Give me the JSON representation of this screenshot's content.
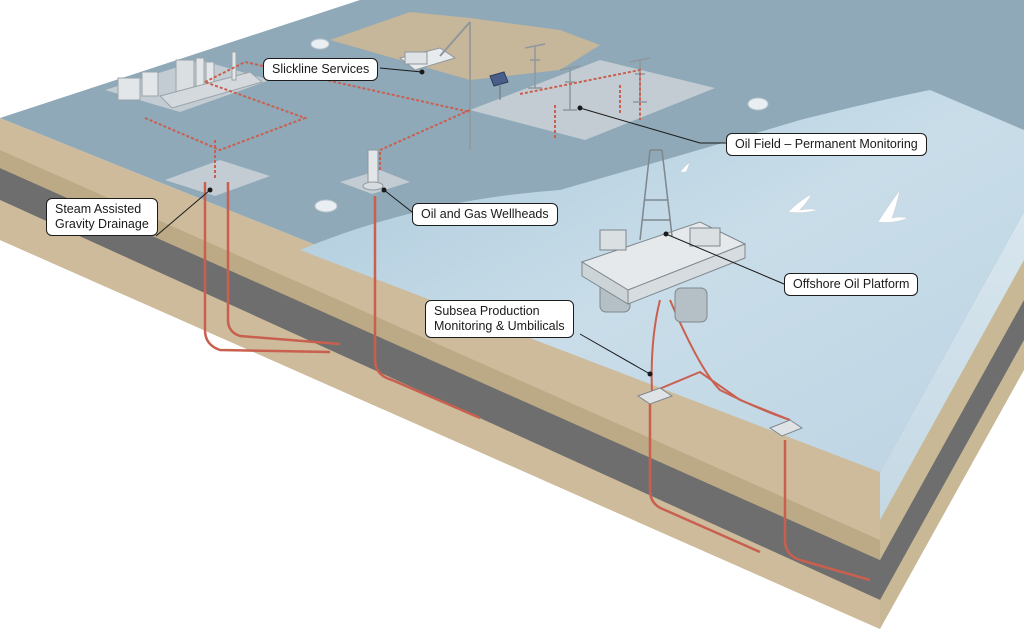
{
  "labels": {
    "slickline": "Slickline Services",
    "oil_field": "Oil Field – Permanent Monitoring",
    "sagd": "Steam Assisted\nGravity Drainage",
    "wellheads": "Oil and Gas Wellheads",
    "offshore": "Offshore Oil Platform",
    "subsea": "Subsea Production\nMonitoring & Umbilicals"
  },
  "colors": {
    "ground_surface": "#8fa9b8",
    "sea_surface": "#b9d3e2",
    "side_sand": "#cfbe9f",
    "side_dark": "#6f6f6f",
    "cable_red": "#c9604f",
    "pad_gray": "#c4cdd3"
  },
  "icons": [
    "cloud-icon",
    "bird-icon",
    "pumpjack-icon",
    "drilling-rig-icon",
    "solar-panel-icon",
    "crane-truck-icon"
  ]
}
